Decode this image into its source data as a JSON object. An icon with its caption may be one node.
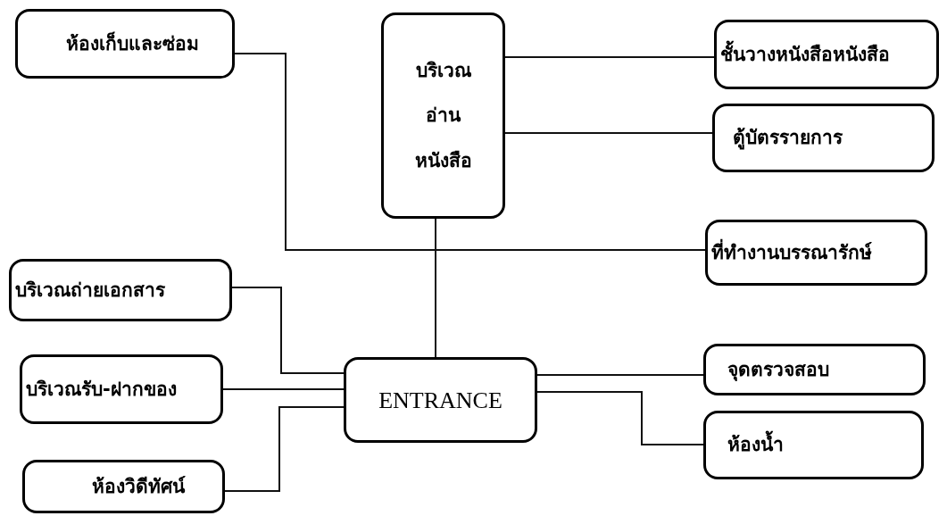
{
  "diagram": {
    "nodes": [
      {
        "text": [
          "ห้องเก็บและซ่อม"
        ]
      },
      {
        "text": [
          "บริเวณ",
          "อ่าน",
          "หนังสือ"
        ]
      },
      {
        "text": [
          "ชั้นวางหนังสือหนังสือ"
        ]
      },
      {
        "text": [
          "ตู้บัตรรายการ"
        ]
      },
      {
        "text": [
          "ที่ทำงานบรรณารักษ์"
        ]
      },
      {
        "text": [
          "บริเวณถ่ายเอกสาร"
        ]
      },
      {
        "text": [
          "บริเวณรับ-ฝากของ"
        ]
      },
      {
        "text": [
          "ENTRANCE"
        ]
      },
      {
        "text": [
          "จุดตรวจสอบ"
        ]
      },
      {
        "text": [
          "ห้องน้ำ"
        ]
      },
      {
        "text": [
          "ห้องวิดีทัศน์"
        ]
      }
    ],
    "edges": [
      {
        "from": 0,
        "to": 4,
        "arrow": "none"
      },
      {
        "from": 1,
        "to": 2,
        "arrow": "none"
      },
      {
        "from": 1,
        "to": 3,
        "arrow": "none"
      },
      {
        "from": 1,
        "to": 7,
        "arrow": "none"
      },
      {
        "from": 5,
        "to": 7,
        "arrow": "none"
      },
      {
        "from": 6,
        "to": 7,
        "arrow": "none"
      },
      {
        "from": 10,
        "to": 7,
        "arrow": "none"
      },
      {
        "from": 7,
        "to": 8,
        "arrow": "none"
      },
      {
        "from": 7,
        "to": 9,
        "arrow": "none"
      }
    ]
  }
}
